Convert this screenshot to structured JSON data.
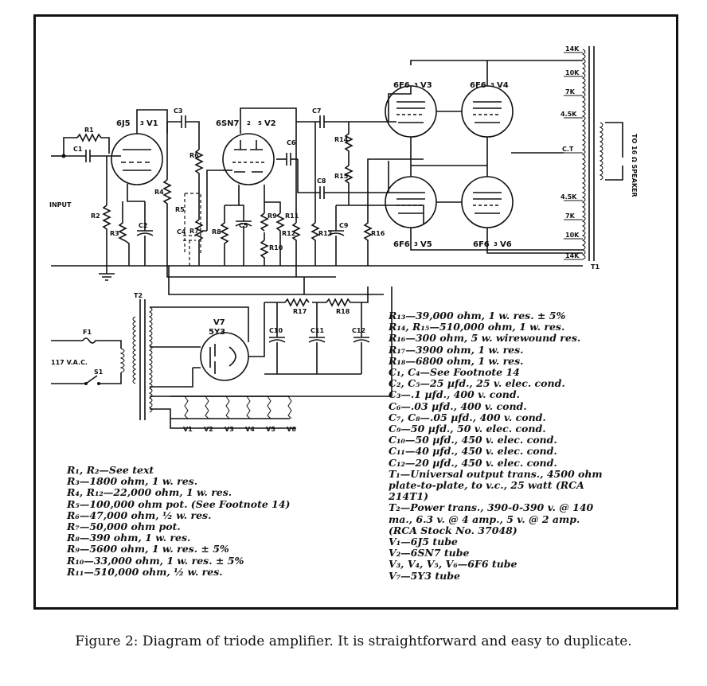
{
  "diagram": {
    "input_label": "INPUT",
    "mains_label": "117 V.A.C.",
    "speaker_label": "TO 16 Ω SPEAKER",
    "components": {
      "R1": "R1",
      "C1": "C1",
      "R2": "R2",
      "R3": "R3",
      "C2": "C2",
      "C3": "C3",
      "R4": "R4",
      "R5": "R5",
      "R6": "R6",
      "R7": "R7",
      "C4": "C4",
      "R8": "R8",
      "C5": "C5",
      "R9": "R9",
      "R10": "R10",
      "R11": "R11",
      "R12": "R12",
      "C6": "C6",
      "C7": "C7",
      "C8": "C8",
      "R13": "R13",
      "R14": "R14",
      "R15": "R15",
      "C9": "C9",
      "R16": "R16",
      "R17": "R17",
      "R18": "R18",
      "C10": "C10",
      "C11": "C11",
      "C12": "C12",
      "T1": "T1",
      "T2": "T2",
      "F1": "F1",
      "S1": "S1"
    },
    "tubes": {
      "V1": "6J5",
      "V1_id": "V1",
      "V2": "6SN7",
      "V2_id": "V2",
      "V3": "6F6",
      "V3_id": "V3",
      "V4": "6F6",
      "V4_id": "V4",
      "V5": "6F6",
      "V5_id": "V5",
      "V6": "6F6",
      "V6_id": "V6",
      "V7": "5Y3",
      "V7_id": "V7"
    },
    "output_taps": [
      "14K",
      "10K",
      "7K",
      "4.5K",
      "C.T",
      "4.5K",
      "7K",
      "10K",
      "14K"
    ],
    "heater_labels": [
      "V1",
      "V2",
      "V3",
      "V4",
      "V5",
      "V6"
    ]
  },
  "parts_list_left": [
    "R₁, R₂—See text",
    "R₃—1800 ohm, 1 w. res.",
    "R₄, R₁₂—22,000 ohm, 1 w. res.",
    "R₅—100,000 ohm pot. (See Footnote 14)",
    "R₆—47,000 ohm, ½ w. res.",
    "R₇—50,000 ohm pot.",
    "R₈—390 ohm, 1 w. res.",
    "R₉—5600 ohm, 1 w. res. ± 5%",
    "R₁₀—33,000 ohm, 1 w. res. ± 5%",
    "R₁₁—510,000 ohm, ½ w. res."
  ],
  "parts_list_right": [
    "R₁₃—39,000 ohm, 1 w. res. ± 5%",
    "R₁₄, R₁₅—510,000 ohm, 1 w. res.",
    "R₁₆—300 ohm, 5 w. wirewound res.",
    "R₁₇—3900 ohm, 1 w. res.",
    "R₁₈—6800 ohm, 1 w. res.",
    "C₁, C₄—See Footnote 14",
    "C₂, C₅—25 µfd., 25 v. elec. cond.",
    "C₃—.1 µfd., 400 v. cond.",
    "C₆—.03 µfd., 400 v. cond.",
    "C₇, C₈—.05 µfd., 400 v. cond.",
    "C₉—50 µfd., 50 v. elec. cond.",
    "C₁₀—50 µfd., 450 v. elec. cond.",
    "C₁₁—40 µfd., 450 v. elec. cond.",
    "C₁₂—20 µfd., 450 v. elec. cond.",
    "T₁—Universal output trans., 4500 ohm",
    "    plate-to-plate, to v.c., 25 watt (RCA",
    "    214T1)",
    "T₂—Power trans., 390-0-390 v. @ 140",
    "    ma., 6.3 v. @ 4 amp., 5 v. @ 2 amp.",
    "    (RCA Stock No. 37048)",
    "V₁—6J5 tube",
    "V₂—6SN7 tube",
    "V₃, V₄, V₅, V₆—6F6 tube",
    "V₇—5Y3 tube"
  ],
  "caption": "Figure 2: Diagram of triode amplifier. It is straightforward and easy to duplicate."
}
